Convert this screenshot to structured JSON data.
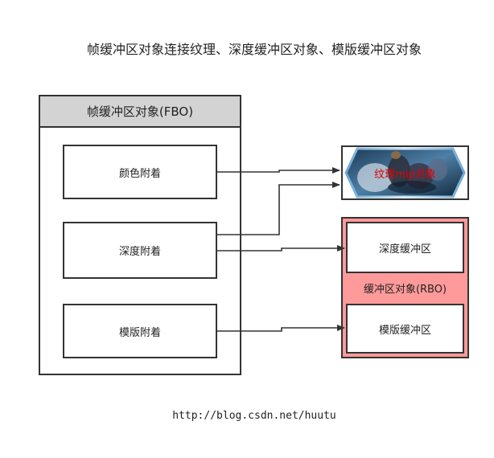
{
  "title": "帧缓冲区对象连接纹理、深度缓冲区对象、模版缓冲区对象",
  "fbo": {
    "header": "帧缓冲区对象(FBO)",
    "attachments": {
      "color": "颜色附着",
      "depth": "深度附着",
      "stencil": "模版附着"
    }
  },
  "texture": {
    "label": "纹理mip对象"
  },
  "rbo": {
    "label": "缓冲区对象(RBO)",
    "depth": "深度缓冲区",
    "stencil": "模版缓冲区"
  },
  "footer": "http://blog.csdn.net/huutu",
  "colors": {
    "rbo_fill": "#ff9a9a",
    "fbo_header_fill": "#d3d3d3",
    "texture_label": "#e00000",
    "stroke": "#333333"
  }
}
